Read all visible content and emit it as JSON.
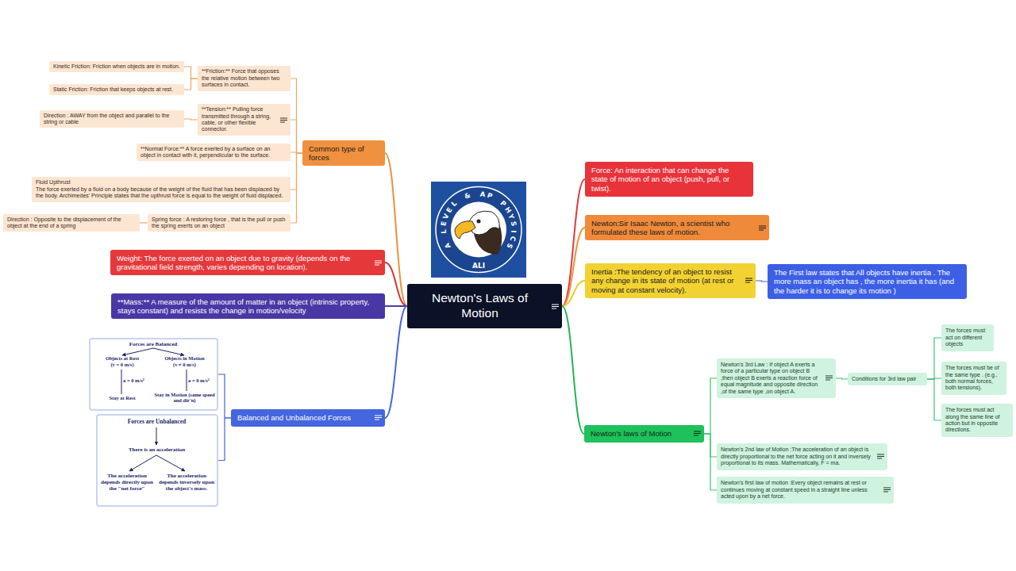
{
  "diagram": {
    "nodes": [
      {
        "text": [
          "Common type of forces"
        ]
      },
      {
        "text": [
          "**Friction:** Force that opposes the relative motion between two surfaces in contact."
        ]
      },
      {
        "text": [
          "Kinetic Friction: Friction when objects are in motion."
        ]
      },
      {
        "text": [
          "Static Friction: Friction that keeps objects at rest."
        ]
      },
      {
        "text": [
          "**Tension:** Pulling force transmitted through a string, cable, or other flexible connector."
        ]
      },
      {
        "text": [
          "Direction : AWAY from the object and parallel to the string or cable"
        ]
      },
      {
        "text": [
          "**Normal Force:** A force exerted by a surface on an object in contact with it, perpendicular to the surface."
        ]
      },
      {
        "text": [
          "Fluid Upthrust",
          "The force exerted by a fluid on a body because of the weight of the fluid that has been displaced by the body. Archimedes' Principle states that the upthrust force is equal to the weight of fluid displaced."
        ]
      },
      {
        "text": [
          "Spring force : A restoring force , that is the pull or push the spring exerts on an object"
        ]
      },
      {
        "text": [
          "Direction : Opposite to the displacement of the object at the end of a spring"
        ]
      },
      {
        "text": [
          "A LEVEL & AP PHYSICS",
          "ALI"
        ]
      },
      {
        "text": [
          "Force: An interaction that can change the state of motion of an object (push, pull, or twist)."
        ]
      },
      {
        "text": [
          "Newton:Sir Isaac Newton, a scientist who formulated these laws of motion."
        ]
      },
      {
        "text": [
          "Inertia :The tendency of an object to resist any change in its state of motion (at rest or moving at constant velocity)."
        ]
      },
      {
        "text": [
          "The First law states that All objects have inertia . The more mass an object has , the more inertia it has (and the harder it is to change its motion )"
        ]
      },
      {
        "text": [
          "Weight: The force exerted on an object due to gravity (depends on the gravitational field strength, varies depending on location)."
        ]
      },
      {
        "text": [
          "Newton's Laws of Motion"
        ]
      },
      {
        "text": [
          "**Mass:** A measure of the amount of matter in an object (intrinsic property, stays constant) and resists the change in motion/velocity"
        ]
      },
      {
        "text": [
          "Forces are Balanced",
          "Objects at Rest",
          "(v = 0 m/s)",
          "Objects in Motion",
          "(v ≠ 0 m/s)",
          "a = 0 m/s²",
          "a = 0 m/s²",
          "Stay at Rest",
          "Stay in Motion (same speed and dir'n)"
        ]
      },
      {
        "text": [
          "Balanced and Unbalanced Forces"
        ]
      },
      {
        "text": [
          "Forces are Unbalanced",
          "There is an acceleration",
          "The acceleration depends directly upon the \"net force\"",
          "The acceleration depends inversely upon the object's mass."
        ]
      },
      {
        "text": [
          "Newton's laws of Motion"
        ]
      },
      {
        "text": [
          "Newton's 3rd Law : If object A exerts a force of a particular type on object B ,then object B exerts a reaction force of equal magnitude and opposite direction ,of the same type ,on object A."
        ]
      },
      {
        "text": [
          "Conditions for 3rd law pair"
        ]
      },
      {
        "text": [
          "The forces must act on different objects"
        ]
      },
      {
        "text": [
          "The forces must be of the same type . (e.g., both normal forces, both tensions)."
        ]
      },
      {
        "text": [
          "The forces must act along the same line of action but in opposite directions."
        ]
      },
      {
        "text": [
          "Newton's 2nd law of Motion :The acceleration of an object is directly proportional to the net force acting on it and inversely proportional to its mass. Mathematically, F = ma."
        ]
      },
      {
        "text": [
          "Newton's first law of motion :Every object remains at rest or continues moving at constant speed in a straight line unless acted upon by a net force."
        ]
      }
    ],
    "edges": [
      {
        "from": 16,
        "to": 0,
        "arrow": "none"
      },
      {
        "from": 16,
        "to": 11,
        "arrow": "none"
      },
      {
        "from": 16,
        "to": 12,
        "arrow": "none"
      },
      {
        "from": 16,
        "to": 13,
        "arrow": "none"
      },
      {
        "from": 16,
        "to": 15,
        "arrow": "none"
      },
      {
        "from": 16,
        "to": 17,
        "arrow": "none"
      },
      {
        "from": 16,
        "to": 19,
        "arrow": "none"
      },
      {
        "from": 16,
        "to": 21,
        "arrow": "none"
      },
      {
        "from": 13,
        "to": 14,
        "arrow": "none"
      },
      {
        "from": 0,
        "to": 1,
        "arrow": "none"
      },
      {
        "from": 0,
        "to": 4,
        "arrow": "none"
      },
      {
        "from": 0,
        "to": 6,
        "arrow": "none"
      },
      {
        "from": 0,
        "to": 7,
        "arrow": "none"
      },
      {
        "from": 0,
        "to": 8,
        "arrow": "none"
      },
      {
        "from": 1,
        "to": 2,
        "arrow": "none"
      },
      {
        "from": 1,
        "to": 3,
        "arrow": "none"
      },
      {
        "from": 4,
        "to": 5,
        "arrow": "none"
      },
      {
        "from": 8,
        "to": 9,
        "arrow": "none"
      },
      {
        "from": 19,
        "to": 18,
        "arrow": "none"
      },
      {
        "from": 19,
        "to": 20,
        "arrow": "none"
      },
      {
        "from": 21,
        "to": 22,
        "arrow": "none"
      },
      {
        "from": 21,
        "to": 27,
        "arrow": "none"
      },
      {
        "from": 21,
        "to": 28,
        "arrow": "none"
      },
      {
        "from": 22,
        "to": 23,
        "arrow": "none"
      },
      {
        "from": 23,
        "to": 24,
        "arrow": "none"
      },
      {
        "from": 23,
        "to": 25,
        "arrow": "none"
      },
      {
        "from": 23,
        "to": 26,
        "arrow": "none"
      }
    ]
  }
}
